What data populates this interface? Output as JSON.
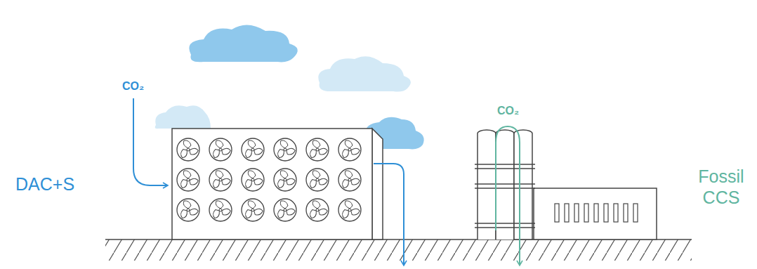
{
  "diagram": {
    "labels": [
      "CO₂",
      "DAC+S",
      "CO₂",
      "Fossil CCS"
    ]
  }
}
